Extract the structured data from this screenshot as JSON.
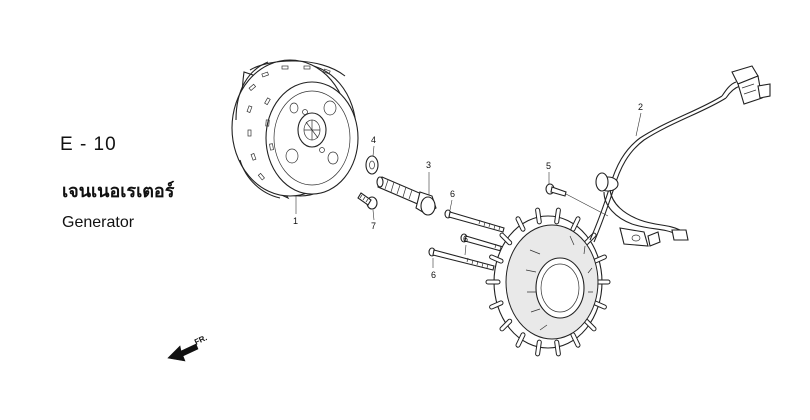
{
  "header": {
    "page_code": "E - 10",
    "title_thai": "เจนเนอเรเตอร์",
    "title_en": "Generator"
  },
  "direction_marker": {
    "label": "FR.",
    "icon": "front-direction-arrow-icon"
  },
  "parts": [
    {
      "ref": "1"
    },
    {
      "ref": "2"
    },
    {
      "ref": "3"
    },
    {
      "ref": "4"
    },
    {
      "ref": "5"
    },
    {
      "ref": "6"
    },
    {
      "ref": "6"
    },
    {
      "ref": "6"
    },
    {
      "ref": "7"
    }
  ]
}
